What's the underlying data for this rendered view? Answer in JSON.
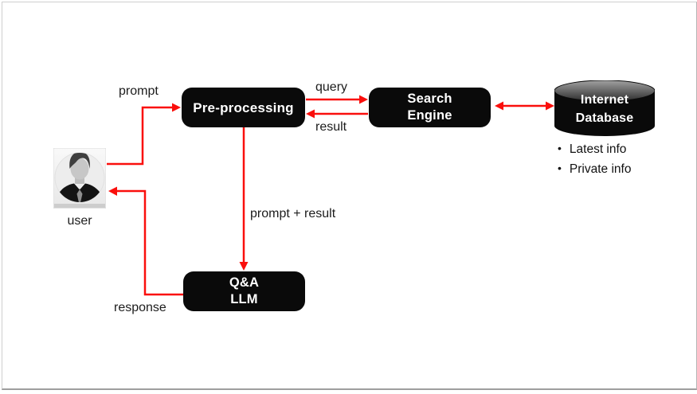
{
  "nodes": {
    "user": {
      "label": "user"
    },
    "preprocessing": {
      "label": "Pre-processing"
    },
    "search_engine": {
      "label_line1": "Search",
      "label_line2": "Engine"
    },
    "qa_llm": {
      "label_line1": "Q&A",
      "label_line2": "LLM"
    },
    "internet_database": {
      "label_line1": "Internet",
      "label_line2": "Database",
      "bullets": [
        "Latest info",
        "Private info"
      ]
    }
  },
  "edge_labels": {
    "prompt": "prompt",
    "query": "query",
    "result": "result",
    "prompt_plus_result": "prompt + result",
    "response": "response"
  },
  "colors": {
    "arrow_red": "#fa0f0c",
    "node_black": "#0a0a0a",
    "node_text": "#ffffff"
  }
}
